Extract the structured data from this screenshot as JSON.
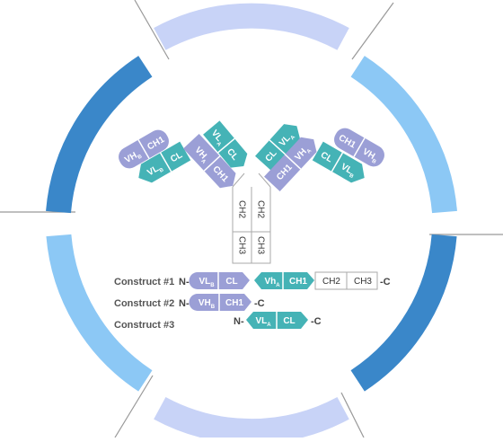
{
  "colors": {
    "ring_dark": "#3a87c9",
    "ring_light": "#8cc8f5",
    "ring_lavender": "#c8d3f7",
    "domain_purple": "#9b9fd6",
    "domain_teal": "#45b3b6",
    "domain_blue": "#5fa3df",
    "box_border": "#aaaaaa",
    "divider": "#999999"
  },
  "antibody": {
    "left_arm": {
      "outer_heavy": {
        "label": "CH1",
        "sub": ""
      },
      "outer_vh": {
        "label": "VH",
        "sub": "B"
      },
      "outer_light": {
        "label": "CL",
        "sub": ""
      },
      "outer_vl": {
        "label": "VL",
        "sub": "B"
      },
      "inner_light_vl": {
        "label": "VL",
        "sub": "A"
      },
      "inner_light_cl": {
        "label": "CL",
        "sub": ""
      },
      "inner_heavy_vh": {
        "label": "VH",
        "sub": "A"
      },
      "inner_heavy_ch1": {
        "label": "CH1",
        "sub": ""
      }
    },
    "right_arm": {
      "inner_light_vl": {
        "label": "VL",
        "sub": "A"
      },
      "inner_light_cl": {
        "label": "CL",
        "sub": ""
      },
      "inner_heavy_vh": {
        "label": "VH",
        "sub": "A"
      },
      "inner_heavy_ch1": {
        "label": "CH1",
        "sub": ""
      },
      "outer_heavy": {
        "label": "CH1",
        "sub": ""
      },
      "outer_vh": {
        "label": "VH",
        "sub": "B"
      },
      "outer_light": {
        "label": "CL",
        "sub": ""
      },
      "outer_vl": {
        "label": "VL",
        "sub": "B"
      }
    },
    "fc": {
      "ch2_left": "CH2",
      "ch2_right": "CH2",
      "ch3_left": "CH3",
      "ch3_right": "CH3"
    }
  },
  "constructs": [
    {
      "name": "Construct #1",
      "n_term": "N-",
      "c_term": "-C",
      "parts": [
        {
          "label": "VL",
          "sub": "B"
        },
        {
          "label": "CL",
          "sub": ""
        },
        {
          "label": "Vh",
          "sub": "A"
        },
        {
          "label": "CH1",
          "sub": ""
        },
        {
          "label": "CH2",
          "sub": ""
        },
        {
          "label": "CH3",
          "sub": ""
        }
      ]
    },
    {
      "name": "Construct #2",
      "n_term": "N-",
      "c_term": "-C",
      "parts": [
        {
          "label": "VH",
          "sub": "B"
        },
        {
          "label": "CH1",
          "sub": ""
        }
      ]
    },
    {
      "name": "Construct #3",
      "n_term": "N-",
      "c_term": "-C",
      "parts": [
        {
          "label": "VL",
          "sub": "A"
        },
        {
          "label": "CL",
          "sub": ""
        }
      ]
    }
  ]
}
